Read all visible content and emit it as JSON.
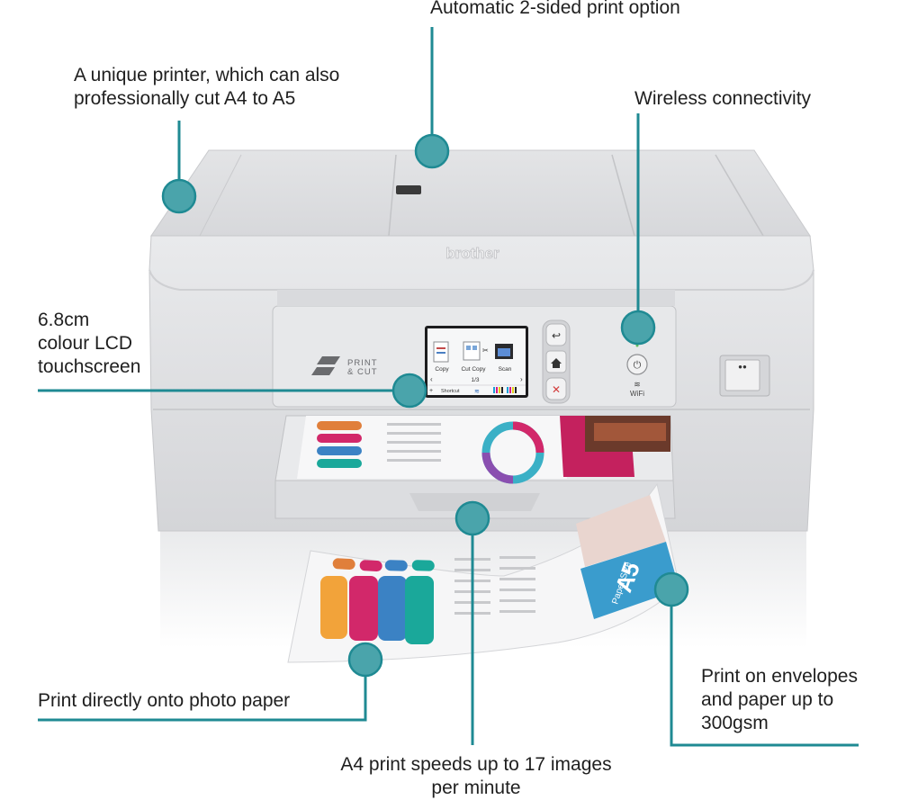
{
  "callouts": {
    "duplex": "Automatic 2-sided print option",
    "cutter": "A unique printer, which can also\nprofessionally cut A4 to A5",
    "wireless": "Wireless connectivity",
    "lcd": "6.8cm\ncolour LCD\ntouchscreen",
    "photo": "Print directly onto photo paper",
    "speed": "A4 print speeds up to 17 images\nper minute",
    "envelopes": "Print on envelopes\nand paper up to\n300gsm"
  },
  "printer": {
    "brand": "brother",
    "badge": "PRINT\n& CUT",
    "badge_line1": "PRINT",
    "badge_line2": "& CUT",
    "wifi_label": "WiFi",
    "lcd": {
      "apps": [
        "Copy",
        "Cut Copy",
        "Scan"
      ],
      "page": "1/3",
      "shortcut": "Shortcut"
    },
    "paper": {
      "a5_label": "A5",
      "a5_sub": "Paper Size"
    }
  },
  "colors": {
    "accent": "#1f8a93",
    "dot_fill": "#4aa4ab",
    "printer_body": "#dedfe1"
  },
  "icons": [
    "back-icon",
    "home-icon",
    "cancel-icon",
    "power-icon",
    "wifi-icon",
    "ink-drop-icon"
  ]
}
